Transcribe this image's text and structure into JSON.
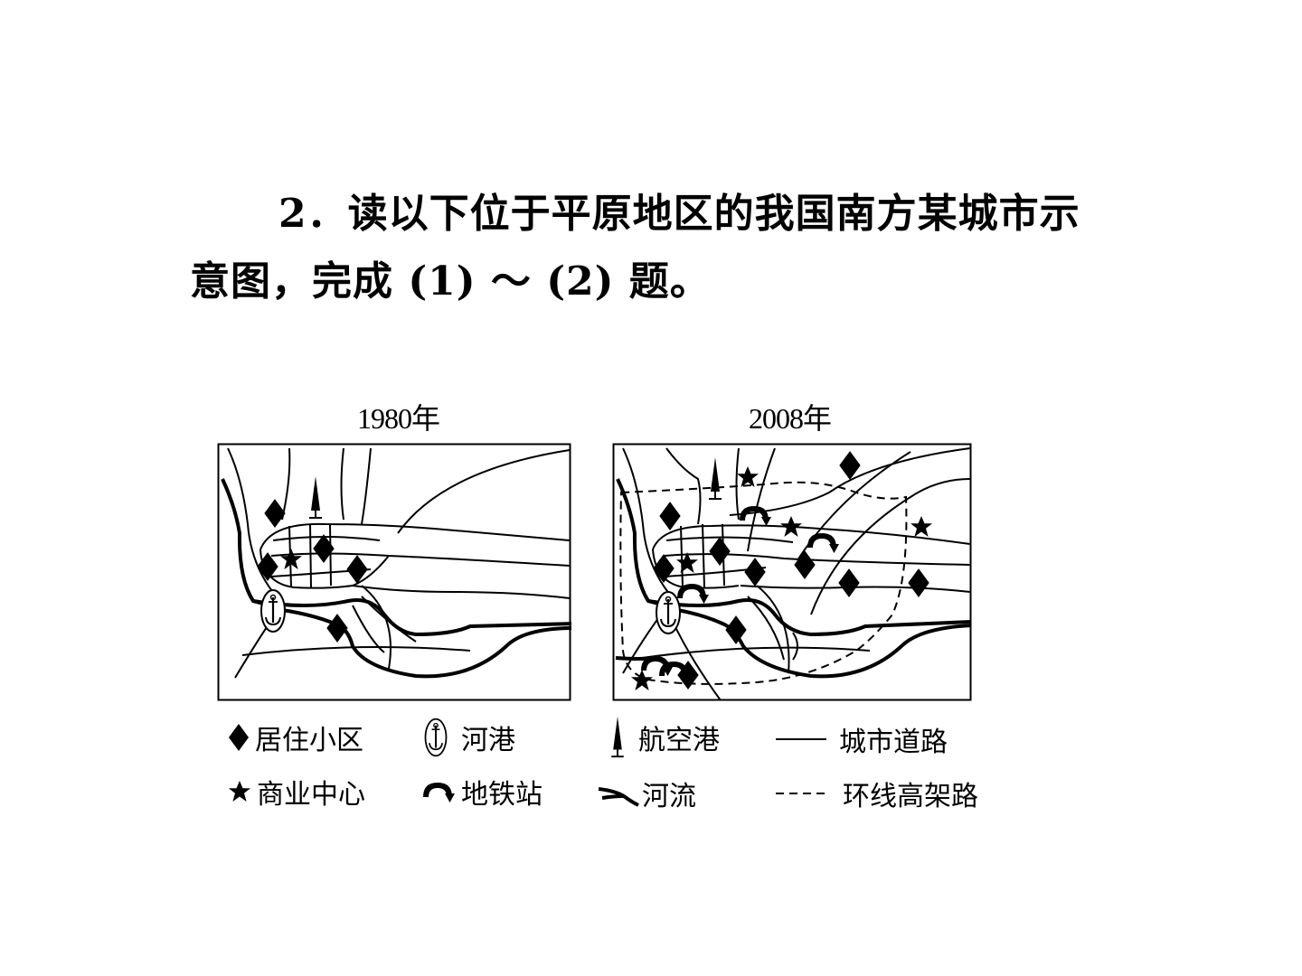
{
  "question": {
    "line1": "2．读以下位于平原地区的我国南方某城市示",
    "line2": "意图，完成 (1) ～ (2) 题。"
  },
  "maps": {
    "map1980_title": "1980年",
    "map2008_title": "2008年"
  },
  "legend": {
    "residential": "居住小区",
    "river_port": "河港",
    "airport": "航空港",
    "city_road": "城市道路",
    "commercial": "商业中心",
    "metro": "地铁站",
    "river": "河流",
    "ring_road": "环线高架路"
  }
}
